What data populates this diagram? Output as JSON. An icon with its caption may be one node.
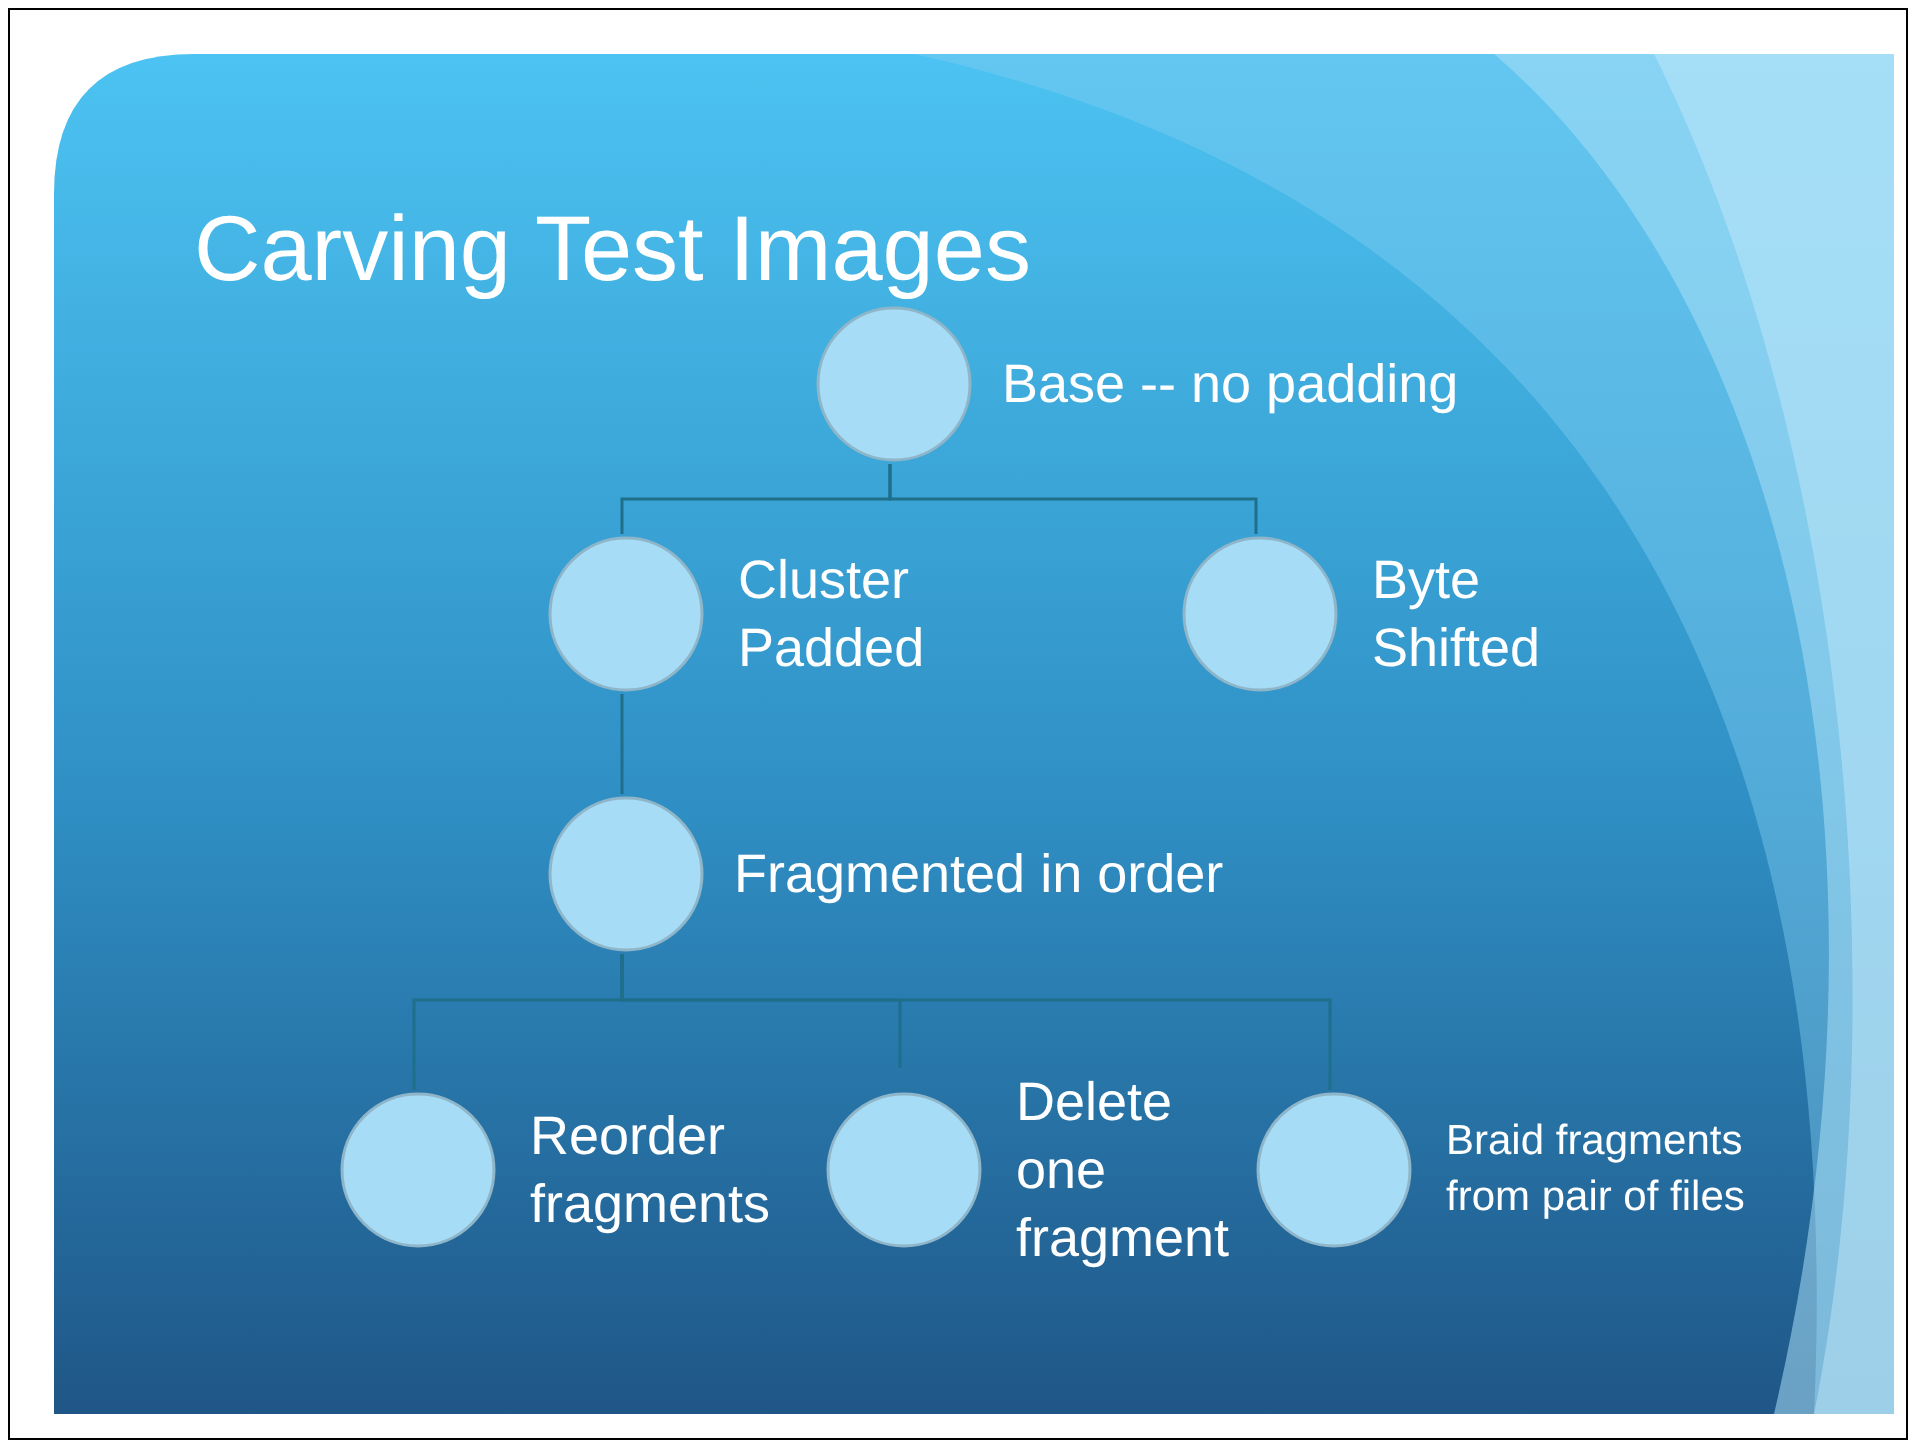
{
  "diagram": {
    "title": "Carving Test Images",
    "nodes": [
      {
        "text": [
          "Base -- no padding"
        ]
      },
      {
        "text": [
          "Cluster Padded"
        ]
      },
      {
        "text": [
          "Byte Shifted"
        ]
      },
      {
        "text": [
          "Fragmented in order"
        ]
      },
      {
        "text": [
          "Reorder fragments"
        ]
      },
      {
        "text": [
          "Delete one fragment"
        ]
      },
      {
        "text": [
          "Braid fragments from pair of files"
        ]
      }
    ],
    "edges": [
      {
        "from": 0,
        "to": 1,
        "arrow": "none"
      },
      {
        "from": 0,
        "to": 2,
        "arrow": "none"
      },
      {
        "from": 1,
        "to": 3,
        "arrow": "none"
      },
      {
        "from": 3,
        "to": 4,
        "arrow": "none"
      },
      {
        "from": 3,
        "to": 5,
        "arrow": "none"
      },
      {
        "from": 3,
        "to": 6,
        "arrow": "none"
      }
    ]
  }
}
